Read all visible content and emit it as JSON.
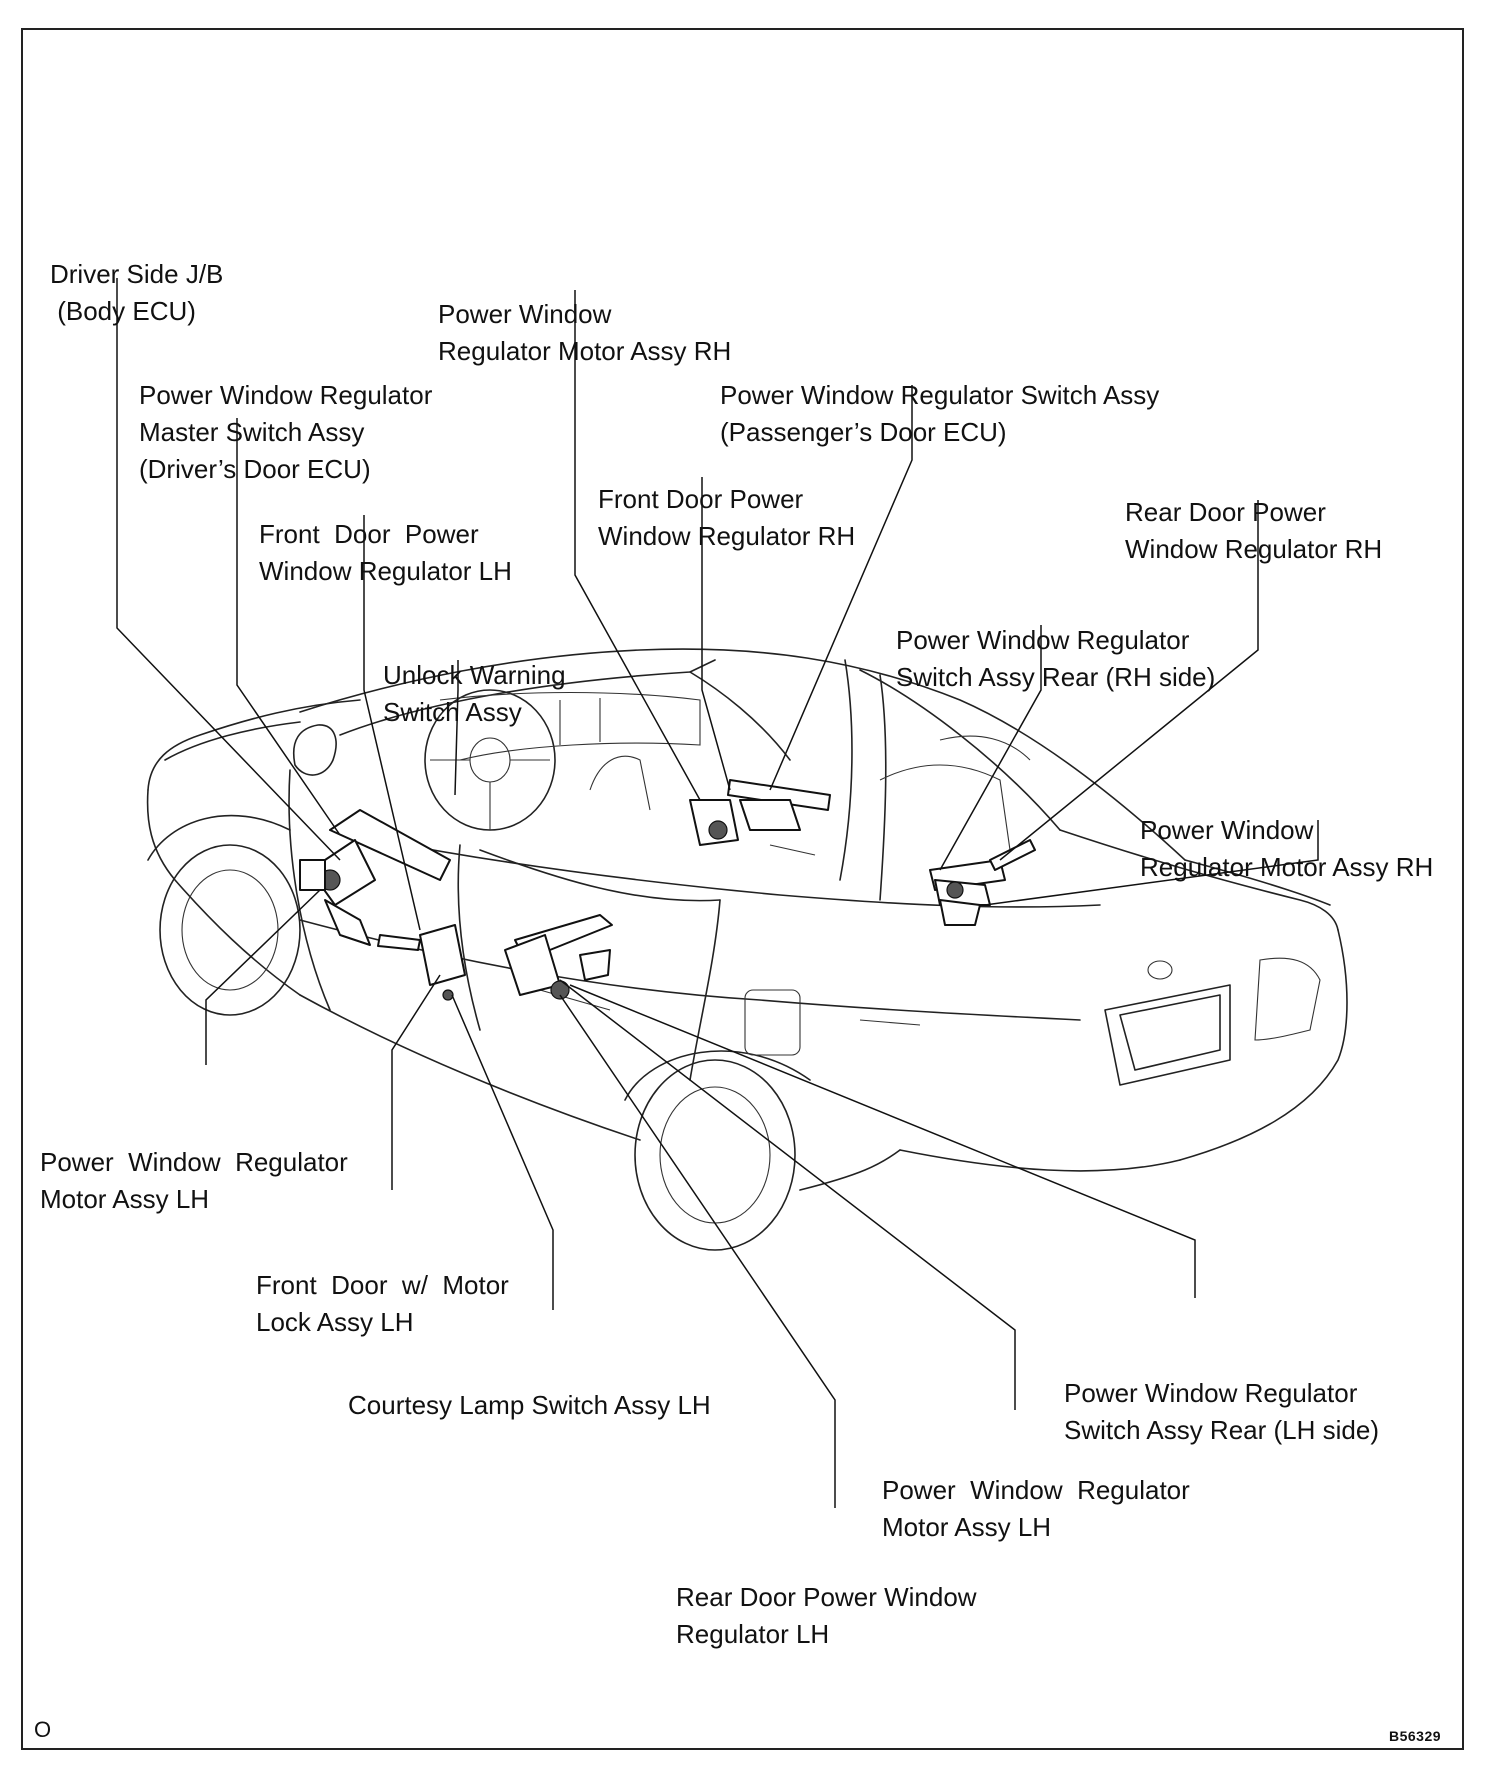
{
  "figure_code": "B56329",
  "corner_mark": "O",
  "labels": {
    "driver_side_jb": [
      "Driver Side J/B",
      " (Body ECU)"
    ],
    "pw_reg_motor_rh_top": [
      "Power Window",
      "Regulator Motor Assy RH"
    ],
    "master_switch": [
      "Power Window Regulator",
      "Master Switch Assy",
      "(Driver’s Door ECU)"
    ],
    "switch_assy_passenger": [
      "Power Window Regulator Switch Assy",
      "(Passenger’s Door ECU)"
    ],
    "front_door_reg_rh": [
      "Front Door Power",
      "Window Regulator RH"
    ],
    "front_door_reg_lh": [
      "Front  Door  Power",
      "Window Regulator LH"
    ],
    "rear_door_reg_rh": [
      "Rear Door Power",
      "Window Regulator RH"
    ],
    "unlock_warning": [
      "Unlock Warning",
      "Switch Assy"
    ],
    "switch_rear_rh": [
      "Power Window Regulator",
      "Switch Assy Rear (RH side)"
    ],
    "pw_reg_motor_rh_right": [
      "Power Window",
      "Regulator Motor Assy RH"
    ],
    "pw_reg_motor_lh_left": [
      "Power  Window  Regulator",
      "Motor Assy LH"
    ],
    "front_door_motor_lock": [
      "Front  Door  w/  Motor",
      "Lock Assy LH"
    ],
    "courtesy_lamp": [
      "Courtesy Lamp Switch Assy LH"
    ],
    "switch_rear_lh": [
      "Power Window Regulator",
      "Switch Assy Rear (LH side)"
    ],
    "pw_reg_motor_lh_bottom": [
      "Power  Window  Regulator",
      "Motor Assy LH"
    ],
    "rear_door_reg_lh": [
      "Rear Door Power Window",
      "Regulator LH"
    ]
  }
}
